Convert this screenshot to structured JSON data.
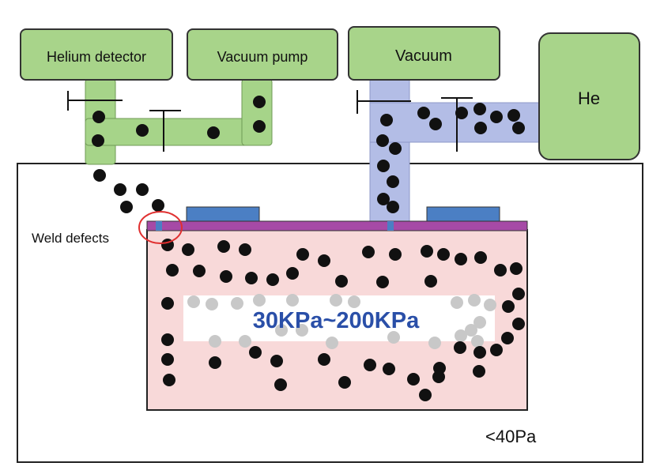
{
  "labels": {
    "helium_detector": "Helium detector",
    "vacuum_pump": "Vacuum pump",
    "vacuum": "Vacuum",
    "he": "He",
    "weld_defects": "Weld defects",
    "inner_pressure": "30KPa~200KPa",
    "chamber_pressure": "<40Pa"
  },
  "colors": {
    "box_fill": "#a8d48a",
    "green_pipe": "#a6d489",
    "blue_pipe": "#b3bde6",
    "vessel_fill": "#f8d9d9",
    "flange": "#a64aa6",
    "blue_pad": "#4b7fc4",
    "defect_circle": "#e03030",
    "pressure_text": "#2a4fa8",
    "particle": "#111111",
    "particle_faded": "#c8c8c8"
  }
}
